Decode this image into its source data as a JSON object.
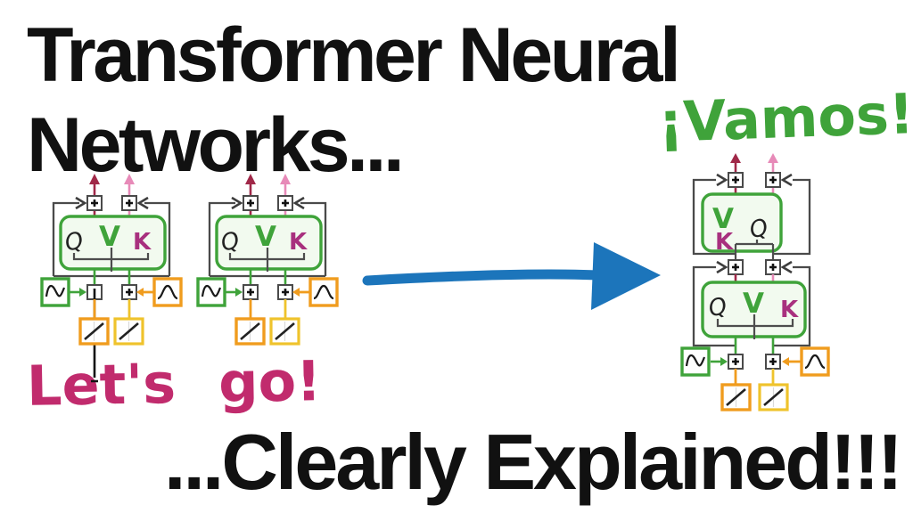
{
  "title": {
    "line1": "Transformer Neural",
    "line2": "Networks..."
  },
  "captions": {
    "vamos": "¡Vamos!",
    "lets": "Let's",
    "go": "go!",
    "clearly": "...Clearly Explained!!!"
  },
  "attention_labels": {
    "query": "Q",
    "value": "V",
    "key": "K"
  },
  "icons": {
    "plus-box": "residual add",
    "sine-icon": "positional encoding wave",
    "bell-curve-icon": "softmax curve",
    "linear-icon": "linear layer",
    "transition-arrow-icon": "big blue arrow pointing right"
  },
  "colors": {
    "green": "#3fa33a",
    "magenta_k": "#a8307e",
    "caption_pink": "#c12b6d",
    "dark_red_arrow": "#a02848",
    "pink_arrow": "#e78ab8",
    "orange": "#f09c1e",
    "yellow": "#efc32c",
    "line_gray": "#4a4a4a",
    "arrow_blue": "#1c75bb",
    "text_black": "#111111",
    "background": "#ffffff"
  }
}
